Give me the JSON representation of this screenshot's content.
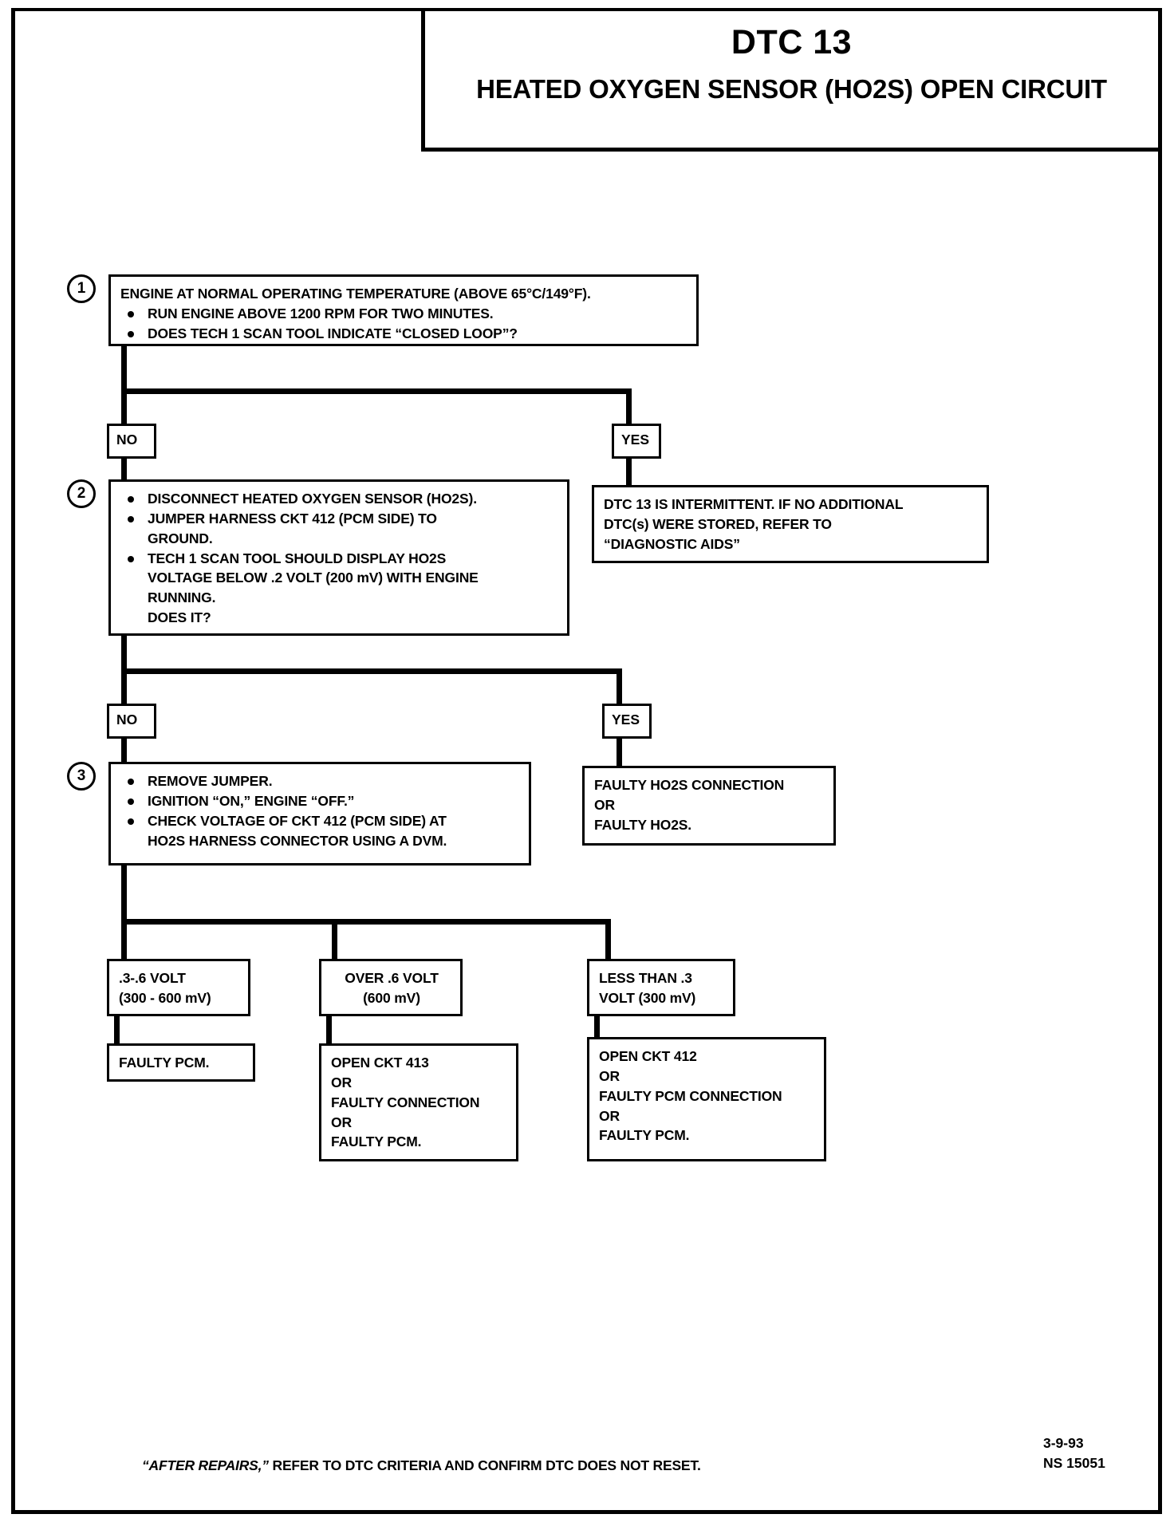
{
  "header": {
    "code": "DTC 13",
    "title": "HEATED OXYGEN SENSOR (HO2S) OPEN CIRCUIT"
  },
  "steps": [
    {
      "number": "1",
      "lines": [
        "ENGINE AT NORMAL OPERATING TEMPERATURE (ABOVE 65°C/149°F).",
        "RUN ENGINE ABOVE 1200 RPM FOR TWO MINUTES.",
        "DOES TECH 1 SCAN TOOL INDICATE “CLOSED LOOP”?"
      ]
    },
    {
      "number": "2",
      "lines": [
        "DISCONNECT HEATED OXYGEN SENSOR (HO2S).",
        "JUMPER HARNESS CKT 412 (PCM SIDE) TO",
        "GROUND.",
        "TECH 1 SCAN TOOL SHOULD DISPLAY HO2S",
        "VOLTAGE BELOW .2  VOLT (200 mV) WITH ENGINE",
        "RUNNING.",
        "DOES IT?"
      ]
    },
    {
      "number": "3",
      "lines": [
        "REMOVE JUMPER.",
        "IGNITION “ON,”  ENGINE  “OFF.”",
        "CHECK VOLTAGE OF CKT 412 (PCM SIDE) AT",
        "HO2S HARNESS CONNECTOR USING A DVM."
      ]
    }
  ],
  "branches": {
    "no1": "NO",
    "yes1": "YES",
    "no2": "NO",
    "yes2": "YES"
  },
  "results": {
    "intermittent": [
      "DTC 13 IS INTERMITTENT.  IF NO ADDITIONAL",
      "DTC(s) WERE STORED, REFER TO",
      "“DIAGNOSTIC AIDS”"
    ],
    "faulty_connection": [
      "FAULTY HO2S CONNECTION",
      "OR",
      "FAULTY HO2S."
    ],
    "faulty_pcm": [
      "FAULTY PCM."
    ],
    "open_413": [
      "OPEN CKT 413",
      "OR",
      "FAULTY CONNECTION",
      "OR",
      "FAULTY PCM."
    ],
    "open_412": [
      "OPEN CKT 412",
      "OR",
      "FAULTY PCM CONNECTION",
      "OR",
      "FAULTY PCM."
    ]
  },
  "voltage_ranges": {
    "mid": [
      ".3-.6 VOLT",
      "(300 - 600 mV)"
    ],
    "high": [
      "OVER  .6  VOLT",
      "(600 mV)"
    ],
    "low": [
      "LESS THAN .3",
      "VOLT (300 mV)"
    ]
  },
  "footer": {
    "note_italic": "“AFTER REPAIRS,”",
    "note_rest": " REFER TO DTC CRITERIA  AND CONFIRM DTC DOES NOT RESET.",
    "date": "3-9-93",
    "id": "NS 15051"
  }
}
